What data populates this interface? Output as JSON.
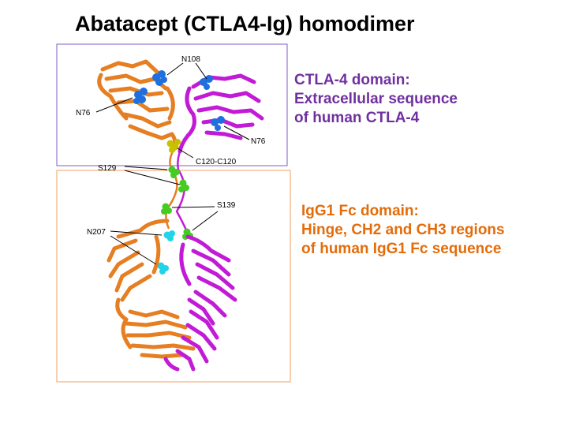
{
  "slide": {
    "title": "Abatacept (CTLA4-Ig) homodimer"
  },
  "ctla_caption": {
    "color": "#7030a0",
    "lines": [
      "CTLA-4 domain:",
      "Extracellular sequence",
      "of human CTLA-4"
    ]
  },
  "igg_caption": {
    "color": "#e46c0a",
    "lines": [
      "IgG1 Fc domain:",
      "Hinge, CH2 and CH3 regions",
      "of human IgG1 Fc sequence"
    ]
  },
  "structure_labels": {
    "n108": "N108",
    "n76_left": "N76",
    "n76_right": "N76",
    "c120": "C120-C120",
    "s129": "S129",
    "s139": "S139",
    "n207": "N207"
  },
  "colors": {
    "chain_a": "#e67e22",
    "chain_b": "#c21bd6",
    "glycan_blue": "#1e6fe0",
    "hinge_yellow": "#c8c000",
    "site_green": "#44cc22",
    "site_cyan": "#22d4e8",
    "ctla_box_border": "#7d5fc4",
    "fc_box_border": "#f0a060"
  }
}
